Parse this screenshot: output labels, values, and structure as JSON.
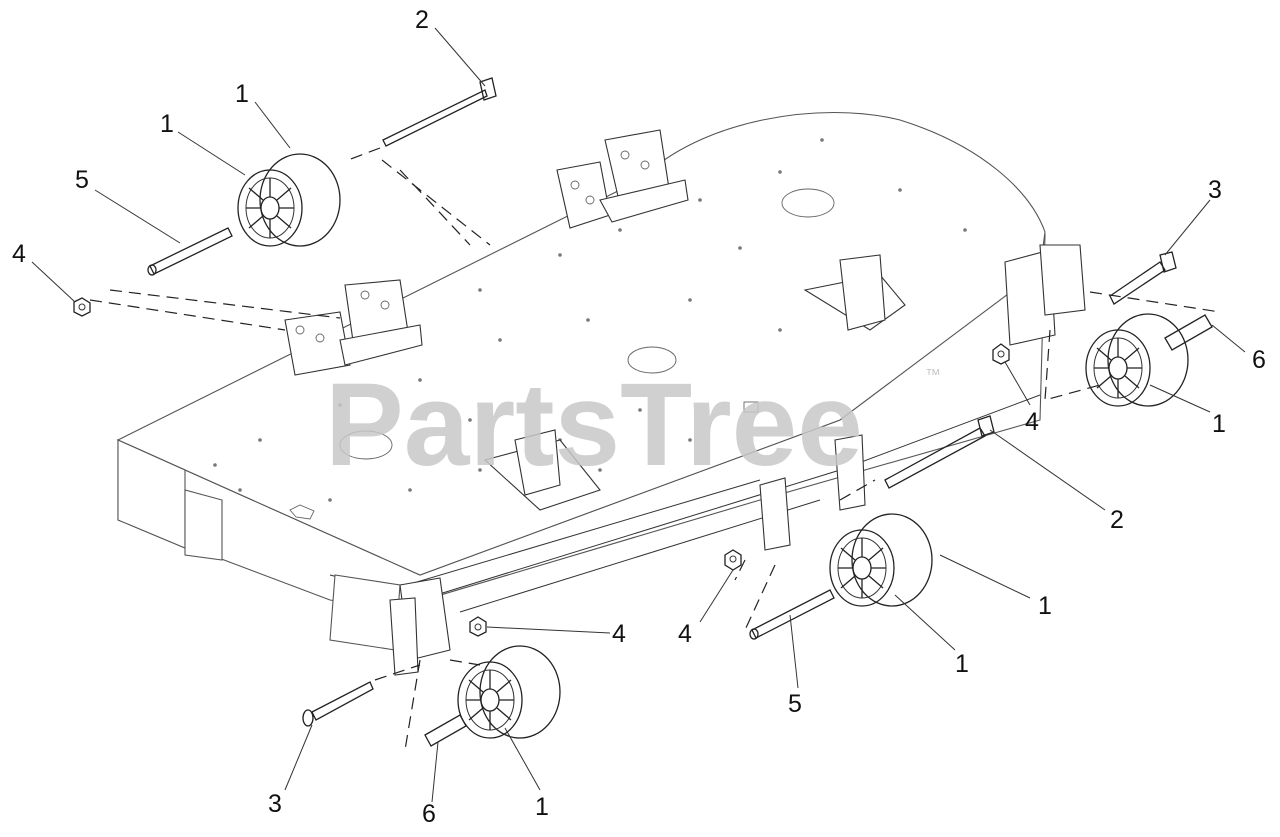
{
  "watermark": {
    "text": "PartsTree",
    "trademark": "™"
  },
  "callouts": [
    "2",
    "1",
    "1",
    "5",
    "4",
    "3",
    "6",
    "4",
    "1",
    "2",
    "1",
    "1",
    "4",
    "4",
    "5",
    "3",
    "6",
    "1"
  ],
  "icons": [
    "roller-wheel",
    "shoulder-bolt",
    "axle-shaft",
    "nut",
    "spacer"
  ]
}
